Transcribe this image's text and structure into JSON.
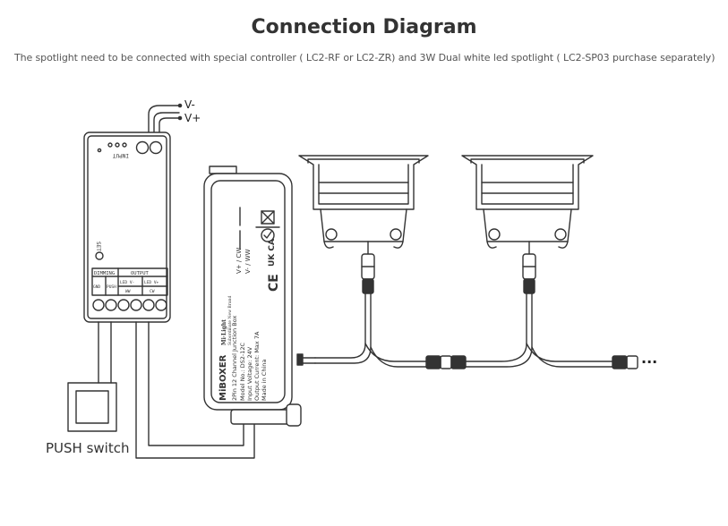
{
  "title": "Connection Diagram",
  "subtitle": "The spotlight need to be connected with special controller ( LC2-RF or LC2-ZR) and 3W Dual white led spotlight ( LC2-SP03 purchase separately)",
  "controller": {
    "input_label": "INPUT",
    "dimming_label": "DIMMING",
    "output_label": "OUTPUT",
    "gnd_label": "GND",
    "push_label": "PUSH",
    "led_vminus": "LED V-",
    "led_vplus": "LED V+",
    "ww": "WW",
    "cw": "CW",
    "set_label": "SET"
  },
  "power": {
    "vminus": "V-",
    "vplus": "V+"
  },
  "junction": {
    "brand": "MiBOXER",
    "sub_brand": "Mi·Light",
    "tagline": "Subordinate New Brand",
    "product": "2Pin 12 Channel Junction Box",
    "model": "Model No.: DS2-12C",
    "input": "Input Voltage: 24V",
    "output": "Output Current: Max 7A",
    "made": "Made in China",
    "vplus_cw": "V+ / CW",
    "vminus_ww": "V- / WW",
    "ce": "CE",
    "ukca": "UK CA"
  },
  "push_switch": "PUSH switch",
  "continuation": "···"
}
